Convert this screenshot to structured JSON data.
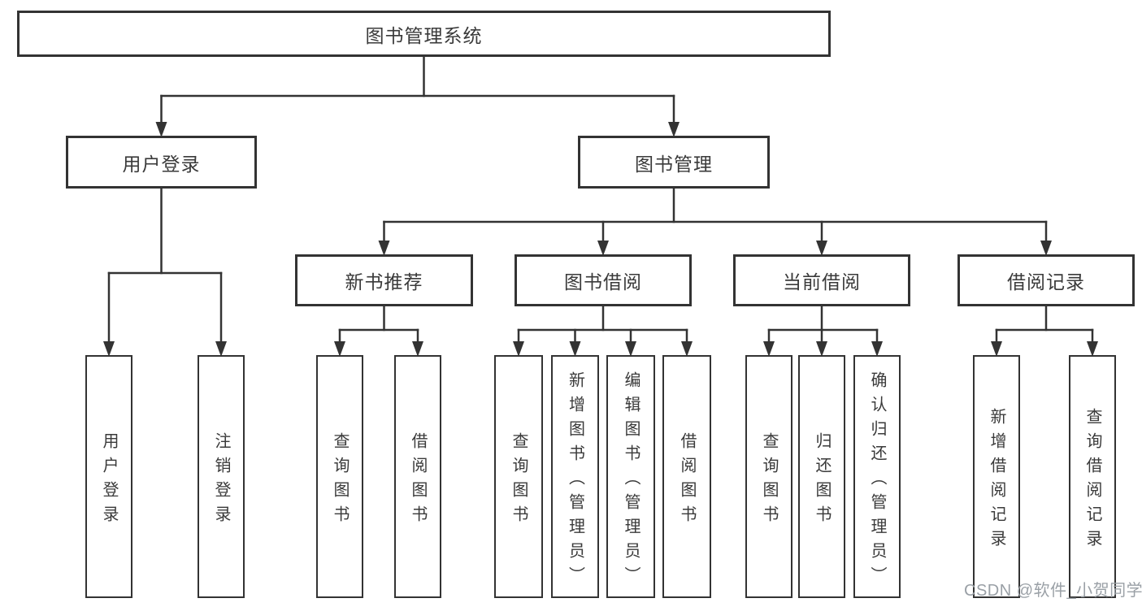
{
  "diagram": {
    "type": "tree",
    "title": "图书管理系统",
    "watermark": "CSDN @软件_小贺同学",
    "colors": {
      "line": "#333333",
      "text": "#3a3a3a",
      "background": "#ffffff",
      "watermark": "#9aa0a6"
    },
    "nodes": [
      {
        "id": "root",
        "label": "图书管理系统",
        "level": 1,
        "parent": null,
        "orientation": "horizontal"
      },
      {
        "id": "user-login",
        "label": "用户登录",
        "level": 2,
        "parent": "root",
        "orientation": "horizontal"
      },
      {
        "id": "book-mgmt",
        "label": "图书管理",
        "level": 2,
        "parent": "root",
        "orientation": "horizontal"
      },
      {
        "id": "new-book-recommend",
        "label": "新书推荐",
        "level": 3,
        "parent": "book-mgmt",
        "orientation": "horizontal"
      },
      {
        "id": "book-borrow",
        "label": "图书借阅",
        "level": 3,
        "parent": "book-mgmt",
        "orientation": "horizontal"
      },
      {
        "id": "current-borrow",
        "label": "当前借阅",
        "level": 3,
        "parent": "book-mgmt",
        "orientation": "horizontal"
      },
      {
        "id": "borrow-record",
        "label": "借阅记录",
        "level": 3,
        "parent": "book-mgmt",
        "orientation": "horizontal"
      },
      {
        "id": "login-leaf",
        "label": "用户登录",
        "level": 4,
        "parent": "user-login",
        "orientation": "vertical"
      },
      {
        "id": "logout-leaf",
        "label": "注销登录",
        "level": 4,
        "parent": "user-login",
        "orientation": "vertical"
      },
      {
        "id": "nbr-query-book",
        "label": "查询图书",
        "level": 4,
        "parent": "new-book-recommend",
        "orientation": "vertical"
      },
      {
        "id": "nbr-borrow-book",
        "label": "借阅图书",
        "level": 4,
        "parent": "new-book-recommend",
        "orientation": "vertical"
      },
      {
        "id": "bb-query-book",
        "label": "查询图书",
        "level": 4,
        "parent": "book-borrow",
        "orientation": "vertical"
      },
      {
        "id": "bb-add-book",
        "label": "新增图书（管理员）",
        "level": 4,
        "parent": "book-borrow",
        "orientation": "vertical"
      },
      {
        "id": "bb-edit-book",
        "label": "编辑图书（管理员）",
        "level": 4,
        "parent": "book-borrow",
        "orientation": "vertical"
      },
      {
        "id": "bb-borrow-book",
        "label": "借阅图书",
        "level": 4,
        "parent": "book-borrow",
        "orientation": "vertical"
      },
      {
        "id": "cb-query-book",
        "label": "查询图书",
        "level": 4,
        "parent": "current-borrow",
        "orientation": "vertical"
      },
      {
        "id": "cb-return-book",
        "label": "归还图书",
        "level": 4,
        "parent": "current-borrow",
        "orientation": "vertical"
      },
      {
        "id": "cb-confirm-return",
        "label": "确认归还（管理员）",
        "level": 4,
        "parent": "current-borrow",
        "orientation": "vertical"
      },
      {
        "id": "br-add-record",
        "label": "新增借阅记录",
        "level": 4,
        "parent": "borrow-record",
        "orientation": "vertical"
      },
      {
        "id": "br-query-record",
        "label": "查询借阅记录",
        "level": 4,
        "parent": "borrow-record",
        "orientation": "vertical"
      }
    ]
  }
}
